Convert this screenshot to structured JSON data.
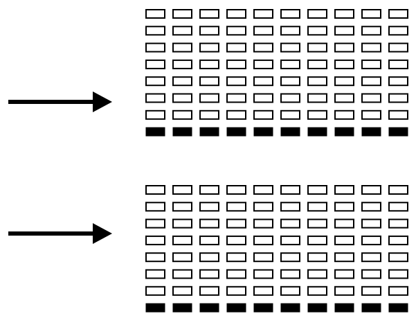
{
  "colors": {
    "background": "#ffffff",
    "stroke": "#000000",
    "empty_fill": "#ffffff",
    "filled_fill": "#000000"
  },
  "panels": [
    {
      "name": "top",
      "arrow": "right-arrow-icon",
      "grid": {
        "columns": 10,
        "rows": 8,
        "filled_rows_from_bottom": 1,
        "empty_rows": 7
      }
    },
    {
      "name": "bottom",
      "arrow": "right-arrow-icon",
      "grid": {
        "columns": 10,
        "rows": 8,
        "filled_rows_from_bottom": 1,
        "empty_rows": 7
      }
    }
  ]
}
